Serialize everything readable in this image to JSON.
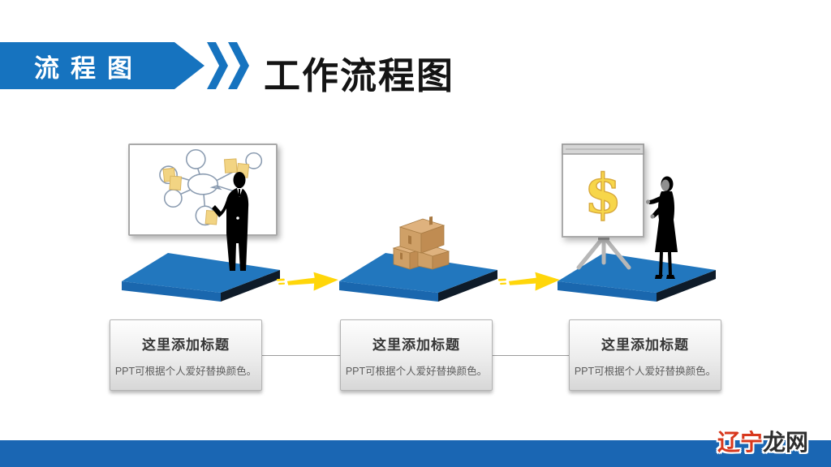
{
  "header": {
    "badge_label": "流程图",
    "title": "工作流程图"
  },
  "diagram": {
    "steps": [
      {
        "illustration": "man-presenting-mindmap-whiteboard",
        "caption_title": "这里添加标题",
        "caption_desc": "PPT可根据个人爱好替换颜色。"
      },
      {
        "illustration": "stacked-cargo-boxes",
        "caption_title": "这里添加标题",
        "caption_desc": "PPT可根据个人爱好替换颜色。"
      },
      {
        "illustration": "woman-presenting-dollar-flipchart",
        "caption_title": "这里添加标题",
        "caption_desc": "PPT可根据个人爱好替换颜色。"
      }
    ],
    "dollar_symbol": "$"
  },
  "watermark": {
    "red_text": "辽宁",
    "dark_text": "龙网"
  },
  "colors": {
    "accent_blue": "#1673bf",
    "platform_top": "#2277be",
    "platform_front": "#1a67ae",
    "platform_side": "#0e1b29",
    "arrow_yellow": "#ffd60a",
    "bottom_bar": "#1a66b3",
    "sticky": "#f2d483",
    "box_front": "#cfa067"
  }
}
